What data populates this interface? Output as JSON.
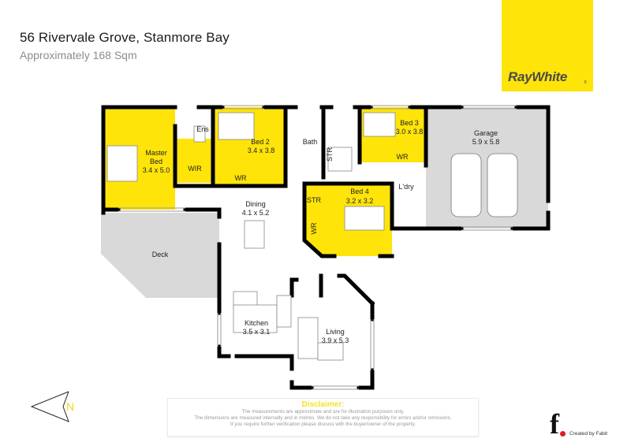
{
  "header": {
    "address": "56 Rivervale Grove, Stanmore Bay",
    "area": "Approximately 168 Sqm"
  },
  "brand": {
    "name": "RayWhite",
    "registered_mark": "®",
    "color": "#ffe40a",
    "text_color": "#4a4a4a"
  },
  "floorplan": {
    "colors": {
      "bedroom_fill": "#ffe40a",
      "garage_fill": "#d9d9d9",
      "deck_fill": "#d9d9d9",
      "wall": "#000000"
    },
    "rooms": [
      {
        "id": "master-bed",
        "name": "Master",
        "name2": "Bed",
        "size": "3.4 x 5.0"
      },
      {
        "id": "ensuite",
        "name": "Ens"
      },
      {
        "id": "wir",
        "name": "WIR"
      },
      {
        "id": "bed-2",
        "name": "Bed 2",
        "size": "3.4 x 3.8"
      },
      {
        "id": "bed-2-wr",
        "name": "WR"
      },
      {
        "id": "bath",
        "name": "Bath"
      },
      {
        "id": "storage-1",
        "name": "STR"
      },
      {
        "id": "bed-3",
        "name": "Bed 3",
        "size": "3.0 x 3.8"
      },
      {
        "id": "bed-3-wr",
        "name": "WR"
      },
      {
        "id": "garage",
        "name": "Garage",
        "size": "5.9 x 5.8"
      },
      {
        "id": "laundry",
        "name": "L'dry"
      },
      {
        "id": "storage-2",
        "name": "STR"
      },
      {
        "id": "bed-4",
        "name": "Bed 4",
        "size": "3.2 x 3.2"
      },
      {
        "id": "bed-4-wr",
        "name": "WR"
      },
      {
        "id": "dining",
        "name": "Dining",
        "size": "4.1 x 5.2"
      },
      {
        "id": "deck",
        "name": "Deck"
      },
      {
        "id": "kitchen",
        "name": "Kitchen",
        "size": "3.5 x 3.1"
      },
      {
        "id": "living",
        "name": "Living",
        "size": "3.9 x 5.3"
      }
    ]
  },
  "compass": {
    "label": "N",
    "color": "#f0d91e"
  },
  "disclaimer": {
    "title": "Disclaimer:",
    "lines": [
      "The measurements are approximate and are for illustration purposes only.",
      "The dimensions are measured internally and in metres. We do not take any responsibility for errors and/or omissions.",
      "If you require further verification please discuss with the buyer/owner of the property."
    ]
  },
  "credit": {
    "logo_letter": "f",
    "text": "Created by Fabit"
  }
}
